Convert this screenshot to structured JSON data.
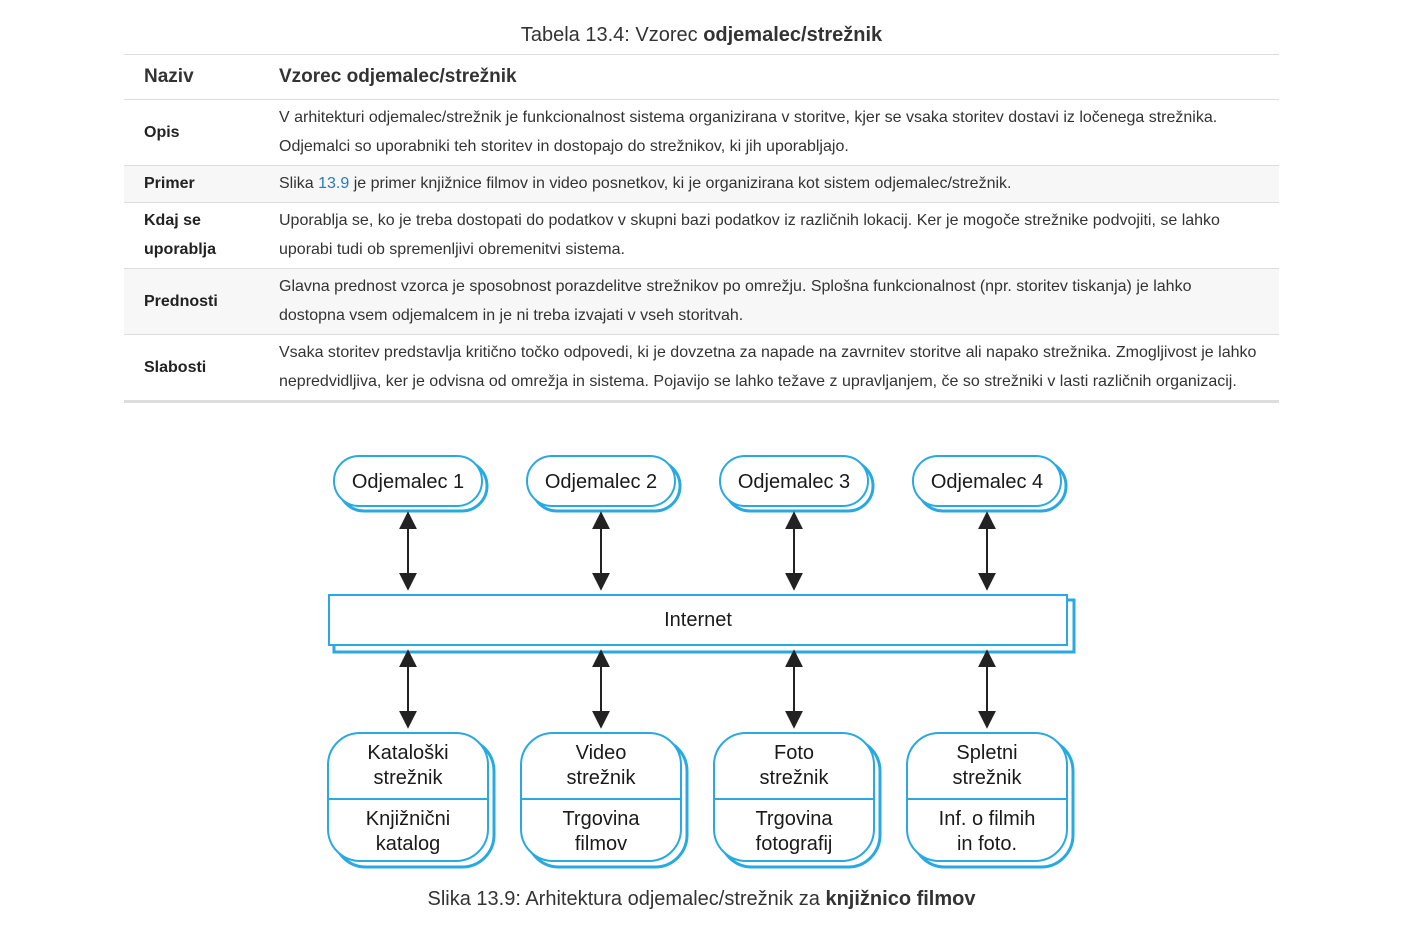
{
  "table": {
    "caption_prefix": "Tabela 13.4: Vzorec ",
    "caption_bold": "odjemalec/strežnik",
    "header": {
      "name": "Naziv",
      "value": "Vzorec odjemalec/strežnik"
    },
    "rows": [
      {
        "label": "Opis",
        "text": "V arhitekturi odjemalec/strežnik je funkcionalnost sistema organizirana v storitve, kjer se vsaka storitev dostavi iz ločenega strežnika. Odjemalci so uporabniki teh storitev in dostopajo do strežnikov, ki jih uporabljajo."
      },
      {
        "label": "Primer",
        "text_before": "Slika ",
        "link": "13.9",
        "text_after": " je primer knjižnice filmov in video posnetkov, ki je organizirana kot sistem odjemalec/strežnik."
      },
      {
        "label": "Kdaj se uporablja",
        "text": "Uporablja se, ko je treba dostopati do podatkov v skupni bazi podatkov iz različnih lokacij. Ker je mogoče strežnike podvojiti, se lahko uporabi tudi ob spremenljivi obremenitvi sistema."
      },
      {
        "label": "Prednosti",
        "text": "Glavna prednost vzorca je sposobnost porazdelitve strežnikov po omrežju. Splošna funkcionalnost (npr. storitev tiskanja) je lahko dostopna vsem odjemalcem in je ni treba izvajati v vseh storitvah."
      },
      {
        "label": "Slabosti",
        "text": "Vsaka storitev predstavlja kritično točko odpovedi, ki je dovzetna za napade na zavrnitev storitve ali napako strežnika. Zmogljivost je lahko nepredvidljiva, ker je odvisna od omrežja in sistema. Pojavijo se lahko težave z upravljanjem, če so strežniki v lasti različnih organizacij."
      }
    ]
  },
  "diagram": {
    "colors": {
      "outline": "#29a9e1",
      "arrow": "#222222",
      "text": "#1a1a1a"
    },
    "clients": [
      "Odjemalec 1",
      "Odjemalec 2",
      "Odjemalec 3",
      "Odjemalec 4"
    ],
    "network": "Internet",
    "servers": [
      {
        "title": [
          "Kataloški",
          "strežnik"
        ],
        "content": [
          "Knjižnični",
          "katalog"
        ]
      },
      {
        "title": [
          "Video",
          "strežnik"
        ],
        "content": [
          "Trgovina",
          "filmov"
        ]
      },
      {
        "title": [
          "Foto",
          "strežnik"
        ],
        "content": [
          "Trgovina",
          "fotografij"
        ]
      },
      {
        "title": [
          "Spletni",
          "strežnik"
        ],
        "content": [
          "Inf. o filmih",
          "in foto."
        ]
      }
    ]
  },
  "figure": {
    "caption_prefix": "Slika 13.9: Arhitektura odjemalec/strežnik za ",
    "caption_bold": "knjižnico filmov"
  }
}
